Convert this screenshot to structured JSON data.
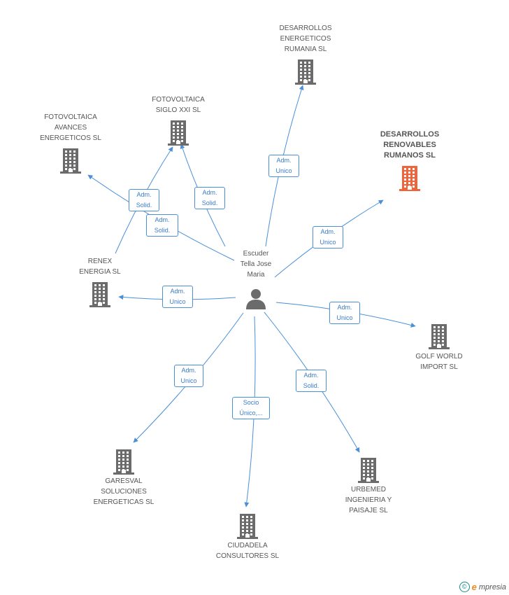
{
  "center": {
    "label": "Escuder\nTella Jose\nMaria",
    "icon": "person-icon"
  },
  "companies": [
    {
      "id": "desarrollos-energeticos-rumania",
      "label": "DESARROLLOS\nENERGETICOS\nRUMANIA SL",
      "highlight": false
    },
    {
      "id": "desarrollos-renovables-rumanos",
      "label": "DESARROLLOS\nRENOVABLES\nRUMANOS SL",
      "highlight": true
    },
    {
      "id": "fotovoltaica-siglo-xxi",
      "label": "FOTOVOLTAICA\nSIGLO XXI SL",
      "highlight": false
    },
    {
      "id": "fotovoltaica-avances-energeticos",
      "label": "FOTOVOLTAICA\nAVANCES\nENERGETICOS SL",
      "highlight": false
    },
    {
      "id": "renex-energia",
      "label": "RENEX\nENERGIA SL",
      "highlight": false
    },
    {
      "id": "golf-world-import",
      "label": "GOLF WORLD\nIMPORT SL",
      "highlight": false
    },
    {
      "id": "garesval-soluciones",
      "label": "GARESVAL\nSOLUCIONES\nENERGETICAS SL",
      "highlight": false
    },
    {
      "id": "ciudadela-consultores",
      "label": "CIUDADELA\nCONSULTORES SL",
      "highlight": false
    },
    {
      "id": "urbemed-ingenieria",
      "label": "URBEMED\nINGENIERIA Y\nPAISAJE SL",
      "highlight": false
    }
  ],
  "relations": [
    {
      "to": "desarrollos-energeticos-rumania",
      "label": "Adm.\nUnico"
    },
    {
      "to": "desarrollos-renovables-rumanos",
      "label": "Adm.\nUnico"
    },
    {
      "to": "fotovoltaica-siglo-xxi",
      "label": "Adm.\nSolid."
    },
    {
      "to": "fotovoltaica-avances-energeticos",
      "label": "Adm.\nSolid."
    },
    {
      "from": "renex-energia",
      "to": "fotovoltaica-siglo-xxi",
      "label": "Adm.\nSolid."
    },
    {
      "to": "renex-energia",
      "label": "Adm.\nUnico"
    },
    {
      "to": "golf-world-import",
      "label": "Adm.\nUnico"
    },
    {
      "to": "garesval-soluciones",
      "label": "Adm.\nUnico"
    },
    {
      "to": "ciudadela-consultores",
      "label": "Socio\nÚnico,..."
    },
    {
      "to": "urbemed-ingenieria",
      "label": "Adm.\nSolid."
    }
  ],
  "colors": {
    "edge": "#4a90d9",
    "building": "#6b6b6b",
    "building_highlight": "#f0643c",
    "person": "#6b6b6b"
  },
  "footer": {
    "copyright_symbol": "©",
    "brand_initial": "e",
    "brand_rest": "mpresia"
  }
}
